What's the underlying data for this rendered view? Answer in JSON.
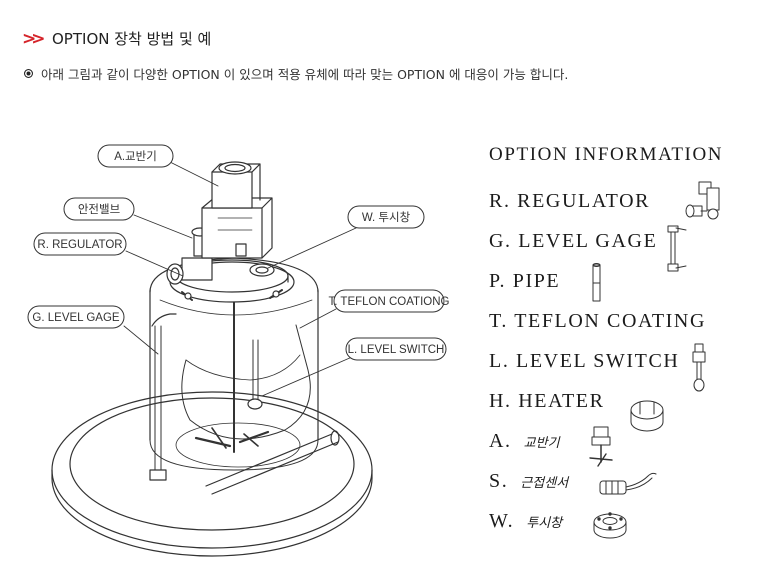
{
  "header": {
    "title": "OPTION 장착 방법 및 예"
  },
  "intro": {
    "text": "아래 그림과 같이 다양한 OPTION 이 있으며 적용 유체에 따라 맞는 OPTION 에 대응이 가능 합니다."
  },
  "callouts": {
    "agitator": "A.교반기",
    "safety_valve": "안전밸브",
    "regulator": "R. REGULATOR",
    "level_gage": "G. LEVEL GAGE",
    "window": "W. 투시창",
    "teflon": "T. TEFLON COATIONG",
    "level_switch": "L. LEVEL SWITCH"
  },
  "info": {
    "title": "OPTION INFORMATION",
    "items": [
      {
        "code": "R.",
        "label": "REGULATOR",
        "icon": "regulator-icon"
      },
      {
        "code": "G.",
        "label": "LEVEL GAGE",
        "icon": "level-gage-icon"
      },
      {
        "code": "P.",
        "label": "PIPE",
        "icon": "pipe-icon"
      },
      {
        "code": "T.",
        "label": "TEFLON COATING",
        "icon": ""
      },
      {
        "code": "L.",
        "label": "LEVEL SWITCH",
        "icon": "level-switch-icon"
      },
      {
        "code": "H.",
        "label": "HEATER",
        "icon": "heater-band-icon"
      },
      {
        "code": "A.",
        "label": "교반기",
        "icon": "agitator-blade-icon"
      },
      {
        "code": "S.",
        "label": "근접센서",
        "icon": "proximity-sensor-icon"
      },
      {
        "code": "W.",
        "label": "투시창",
        "icon": "sight-window-icon"
      }
    ]
  },
  "colors": {
    "accent": "#d5242a",
    "line": "#333333"
  }
}
